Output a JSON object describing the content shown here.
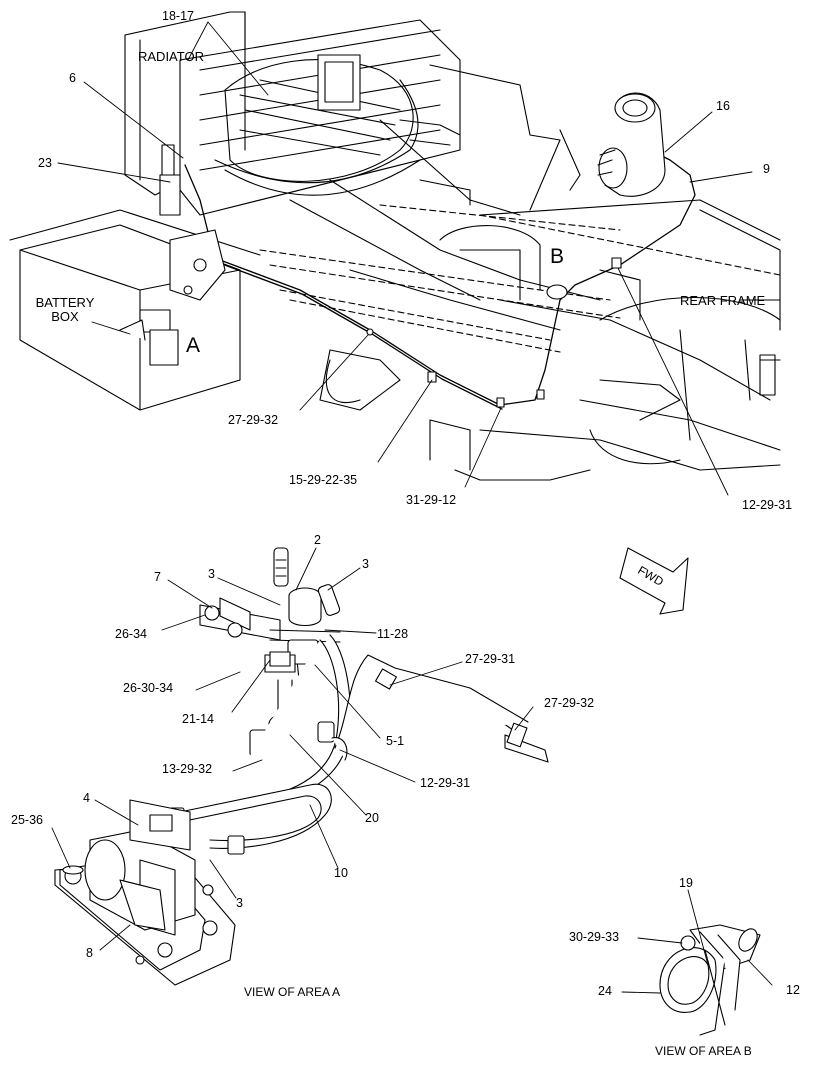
{
  "labels": {
    "radiator": "RADIATOR",
    "battery_box_line1": "BATTERY",
    "battery_box_line2": "BOX",
    "rear_frame": "REAR FRAME",
    "area_a": "A",
    "area_b": "B",
    "fwd": "FWD",
    "view_a": "VIEW OF AREA  A",
    "view_b": "VIEW OF AREA  B"
  },
  "callouts": {
    "c_18_17": "18-17",
    "c_6": "6",
    "c_23": "23",
    "c_16": "16",
    "c_9": "9",
    "c_27_29_32_top": "27-29-32",
    "c_15_29_22_35": "15-29-22-35",
    "c_31_29_12": "31-29-12",
    "c_12_29_31_top": "12-29-31",
    "c_2": "2",
    "c_3_a": "3",
    "c_3_b": "3",
    "c_7": "7",
    "c_26_34": "26-34",
    "c_11_28": "11-28",
    "c_26_30_34": "26-30-34",
    "c_27_29_31": "27-29-31",
    "c_21_14": "21-14",
    "c_27_29_32_bot": "27-29-32",
    "c_5_1": "5-1",
    "c_13_29_32": "13-29-32",
    "c_12_29_31_bot": "12-29-31",
    "c_20": "20",
    "c_4": "4",
    "c_25_36": "25-36",
    "c_10": "10",
    "c_3_c": "3",
    "c_8": "8",
    "c_19": "19",
    "c_30_29_33": "30-29-33",
    "c_24": "24",
    "c_12": "12"
  }
}
